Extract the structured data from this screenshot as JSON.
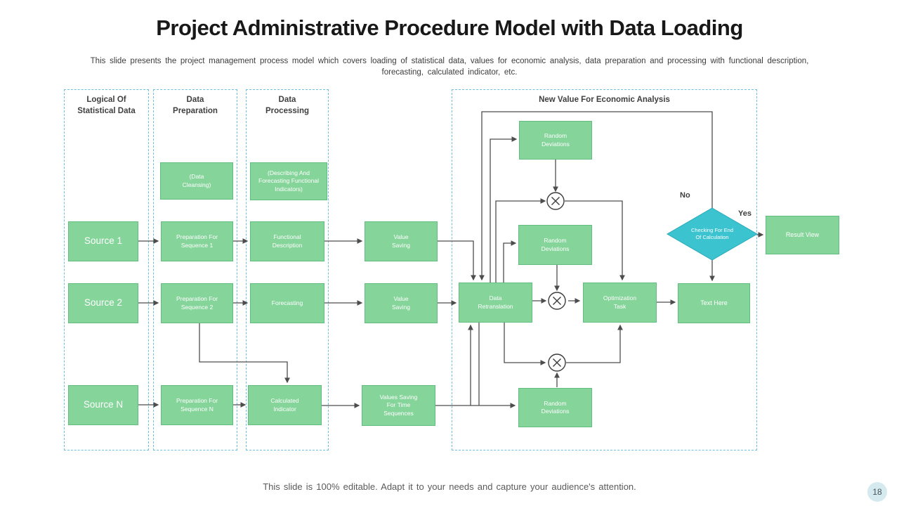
{
  "slide": {
    "title": "Project Administrative Procedure Model with Data Loading",
    "subtitle": "This slide presents the project management process model which covers loading of statistical data, values for economic analysis, data preparation and processing with functional description, forecasting, calculated indicator, etc.",
    "footer": "This slide is 100% editable. Adapt it to your needs and capture your audience's attention.",
    "page_number": "18"
  },
  "columns": {
    "col1_header": "Logical Of\nStatistical Data",
    "col2_header": "Data\nPreparation",
    "col3_header": "Data\nProcessing",
    "region_header": "New Value For Economic Analysis"
  },
  "nodes": {
    "source_1": "Source 1",
    "source_2": "Source 2",
    "source_n": "Source N",
    "data_cleansing": "(Data\nCleansing)",
    "prep_seq_1": "Preparation For\nSequence 1",
    "prep_seq_2": "Preparation For\nSequence 2",
    "prep_seq_n": "Preparation For\nSequence N",
    "describing": "(Describing And\nForecasting Functional\nIndicators)",
    "functional_description": "Functional\nDescription",
    "forecasting": "Forecasting",
    "calculated_indicator": "Calculated\nIndicator",
    "value_saving_1": "Value\nSaving",
    "value_saving_2": "Value\nSaving",
    "values_saving_time": "Values Saving\nFor Time\nSequences",
    "random_deviations_top": "Random\nDeviations",
    "random_deviations_mid": "Random\nDeviations",
    "random_deviations_bottom": "Random\nDeviations",
    "data_retranslation": "Data\nRetranslation",
    "optimization_task": "Optimization\nTask",
    "text_here": "Text Here",
    "result_view": "Result View",
    "checking_for_end": "Checking For End\nOf Calculation"
  },
  "labels": {
    "no": "No",
    "yes": "Yes"
  },
  "colors": {
    "node_fill": "#85d49a",
    "node_border": "#62bd80",
    "diamond_fill": "#3bc3cf",
    "diamond_border": "#2aaab8",
    "connector": "#4d4d4d",
    "dashed_border": "#6fc0dc",
    "badge_fill": "#d5eaee"
  }
}
